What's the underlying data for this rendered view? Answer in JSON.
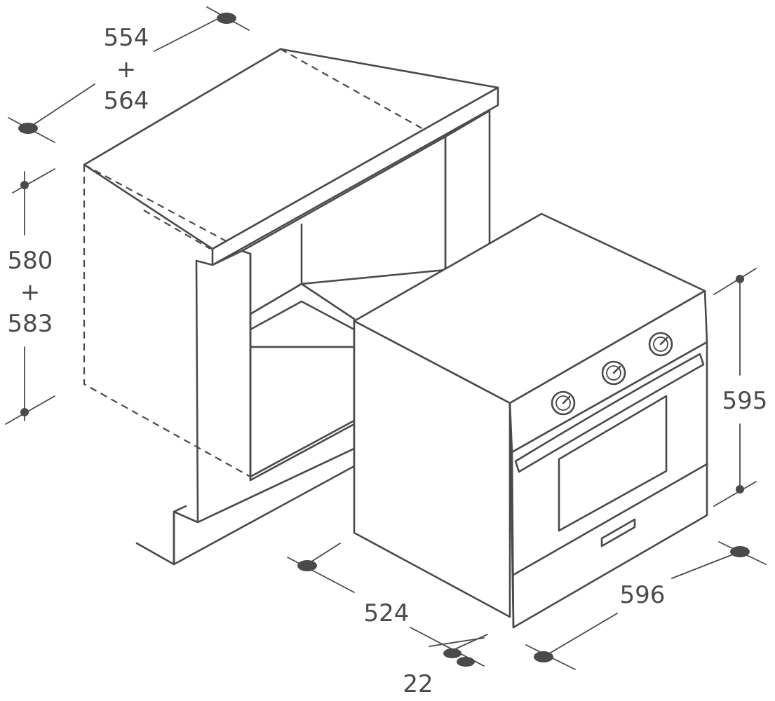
{
  "dimensions": {
    "cutout_depth": {
      "line1": "554",
      "plus": "+",
      "line2": "564"
    },
    "cutout_height": {
      "line1": "580",
      "plus": "+",
      "line2": "583"
    },
    "oven_height": "595",
    "oven_width": "596",
    "oven_depth": "524",
    "front_panel_depth": "22"
  }
}
